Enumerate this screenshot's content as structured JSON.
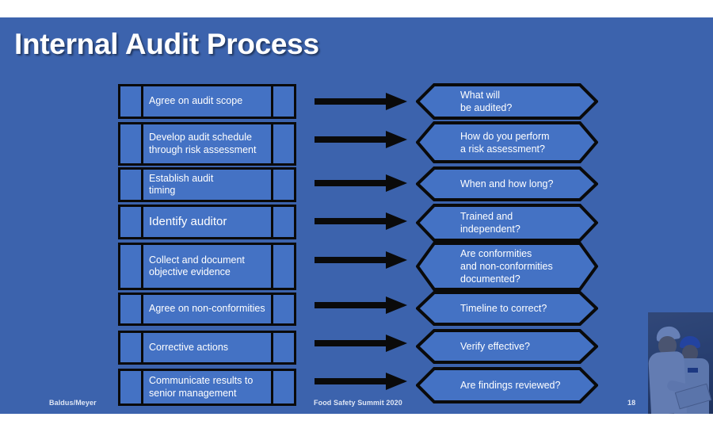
{
  "slide": {
    "title": "Internal Audit Process",
    "background_color": "#3c63ad",
    "shape_fill_color": "#4472c4",
    "shape_outline_color": "#0a0a0a",
    "text_color": "#ffffff"
  },
  "process_steps": [
    {
      "label": "Agree on audit scope",
      "emphasis": false
    },
    {
      "label": "Develop audit schedule\nthrough risk assessment",
      "emphasis": false
    },
    {
      "label": "Establish audit\ntiming",
      "emphasis": false
    },
    {
      "label": "Identify auditor",
      "emphasis": true
    },
    {
      "label": "Collect and document\nobjective evidence",
      "emphasis": false
    },
    {
      "label": "Agree on non-conformities",
      "emphasis": false
    },
    {
      "label": "Corrective actions",
      "emphasis": false
    },
    {
      "label": "Communicate results to\nsenior management",
      "emphasis": false
    }
  ],
  "questions": [
    {
      "label": "What will\nbe audited?"
    },
    {
      "label": "How do you perform\na risk assessment?"
    },
    {
      "label": "When and how long?"
    },
    {
      "label": "Trained and\nindependent?"
    },
    {
      "label": "Are conformities\nand non-conformities\ndocumented?"
    },
    {
      "label": "Timeline to correct?"
    },
    {
      "label": "Verify effective?"
    },
    {
      "label": "Are findings reviewed?"
    }
  ],
  "connectors": {
    "count": 8,
    "icon": "right-arrow-icon",
    "color": "#0a0a0a"
  },
  "footer": {
    "left": "Baldus/Meyer",
    "center": "Food Safety Summit 2020",
    "page_number": "18"
  },
  "photo": {
    "alt": "two-workers-hard-hats-clipboard-photo"
  }
}
